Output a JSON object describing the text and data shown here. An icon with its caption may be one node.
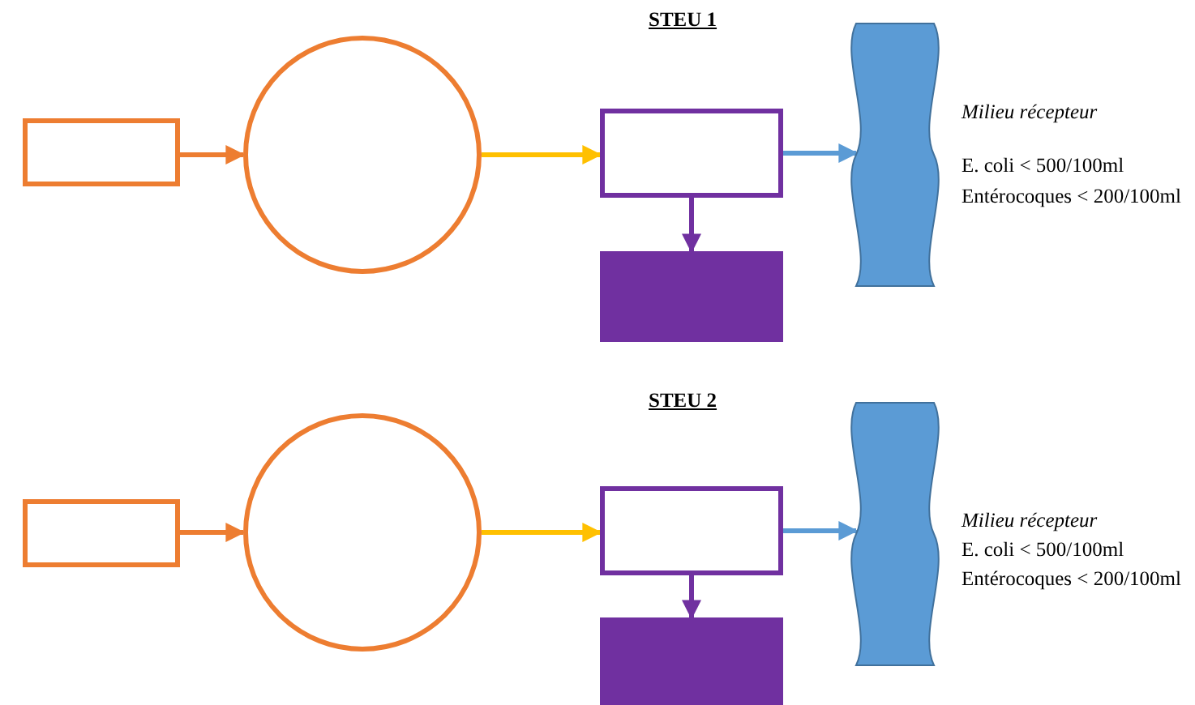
{
  "diagram": {
    "nodes": [
      {
        "text": [],
        "shape": "box"
      },
      {
        "text": [],
        "shape": "circle"
      },
      {
        "text": [],
        "shape": "box"
      },
      {
        "text": [],
        "shape": "box"
      },
      {
        "text": [],
        "shape": "wave"
      },
      {
        "text": [],
        "shape": "box"
      },
      {
        "text": [],
        "shape": "circle"
      },
      {
        "text": [],
        "shape": "box"
      },
      {
        "text": [],
        "shape": "box"
      },
      {
        "text": [],
        "shape": "wave"
      }
    ],
    "edges": [
      {
        "from": 0,
        "to": 1,
        "arrow": "to",
        "color": "#ed7d31"
      },
      {
        "from": 1,
        "to": 2,
        "arrow": "to",
        "color": "#ffc000"
      },
      {
        "from": 2,
        "to": 4,
        "arrow": "to",
        "color": "#5b9bd5"
      },
      {
        "from": 2,
        "to": 3,
        "arrow": "to",
        "color": "#7030a0"
      },
      {
        "from": 5,
        "to": 6,
        "arrow": "to",
        "color": "#ed7d31"
      },
      {
        "from": 6,
        "to": 7,
        "arrow": "to",
        "color": "#ffc000"
      },
      {
        "from": 7,
        "to": 9,
        "arrow": "to",
        "color": "#5b9bd5"
      },
      {
        "from": 7,
        "to": 8,
        "arrow": "to",
        "color": "#7030a0"
      }
    ],
    "labels": [
      "STEU 1",
      "Milieu récepteur",
      "E. coli < 500/100ml",
      "Entérocoques < 200/100ml",
      "STEU 2",
      "Milieu récepteur",
      "E. coli < 500/100ml",
      "Entérocoques < 200/100ml"
    ]
  }
}
